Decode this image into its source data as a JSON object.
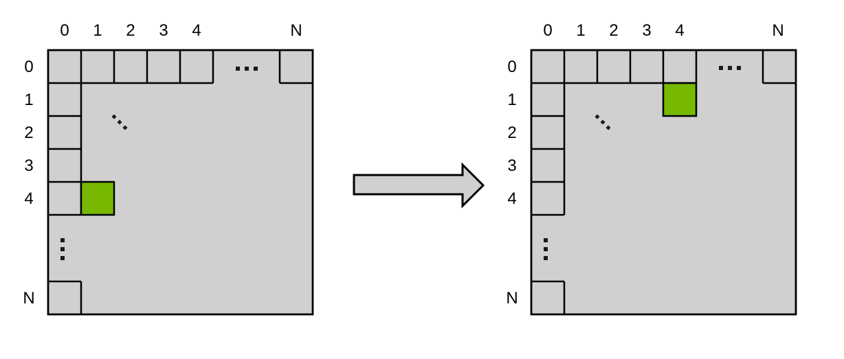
{
  "figure": {
    "left_matrix": {
      "col_labels": [
        "0",
        "1",
        "2",
        "3",
        "4",
        "N"
      ],
      "row_labels": [
        "0",
        "1",
        "2",
        "3",
        "4",
        "N"
      ],
      "highlight": {
        "row": 4,
        "col": 1
      }
    },
    "right_matrix": {
      "col_labels": [
        "0",
        "1",
        "2",
        "3",
        "4",
        "N"
      ],
      "row_labels": [
        "0",
        "1",
        "2",
        "3",
        "4",
        "N"
      ],
      "highlight": {
        "row": 1,
        "col": 4
      }
    },
    "colors": {
      "matrix_fill": "#d0d0d0",
      "highlight_fill": "#76b900",
      "line": "#000000",
      "background": "#ffffff"
    }
  }
}
